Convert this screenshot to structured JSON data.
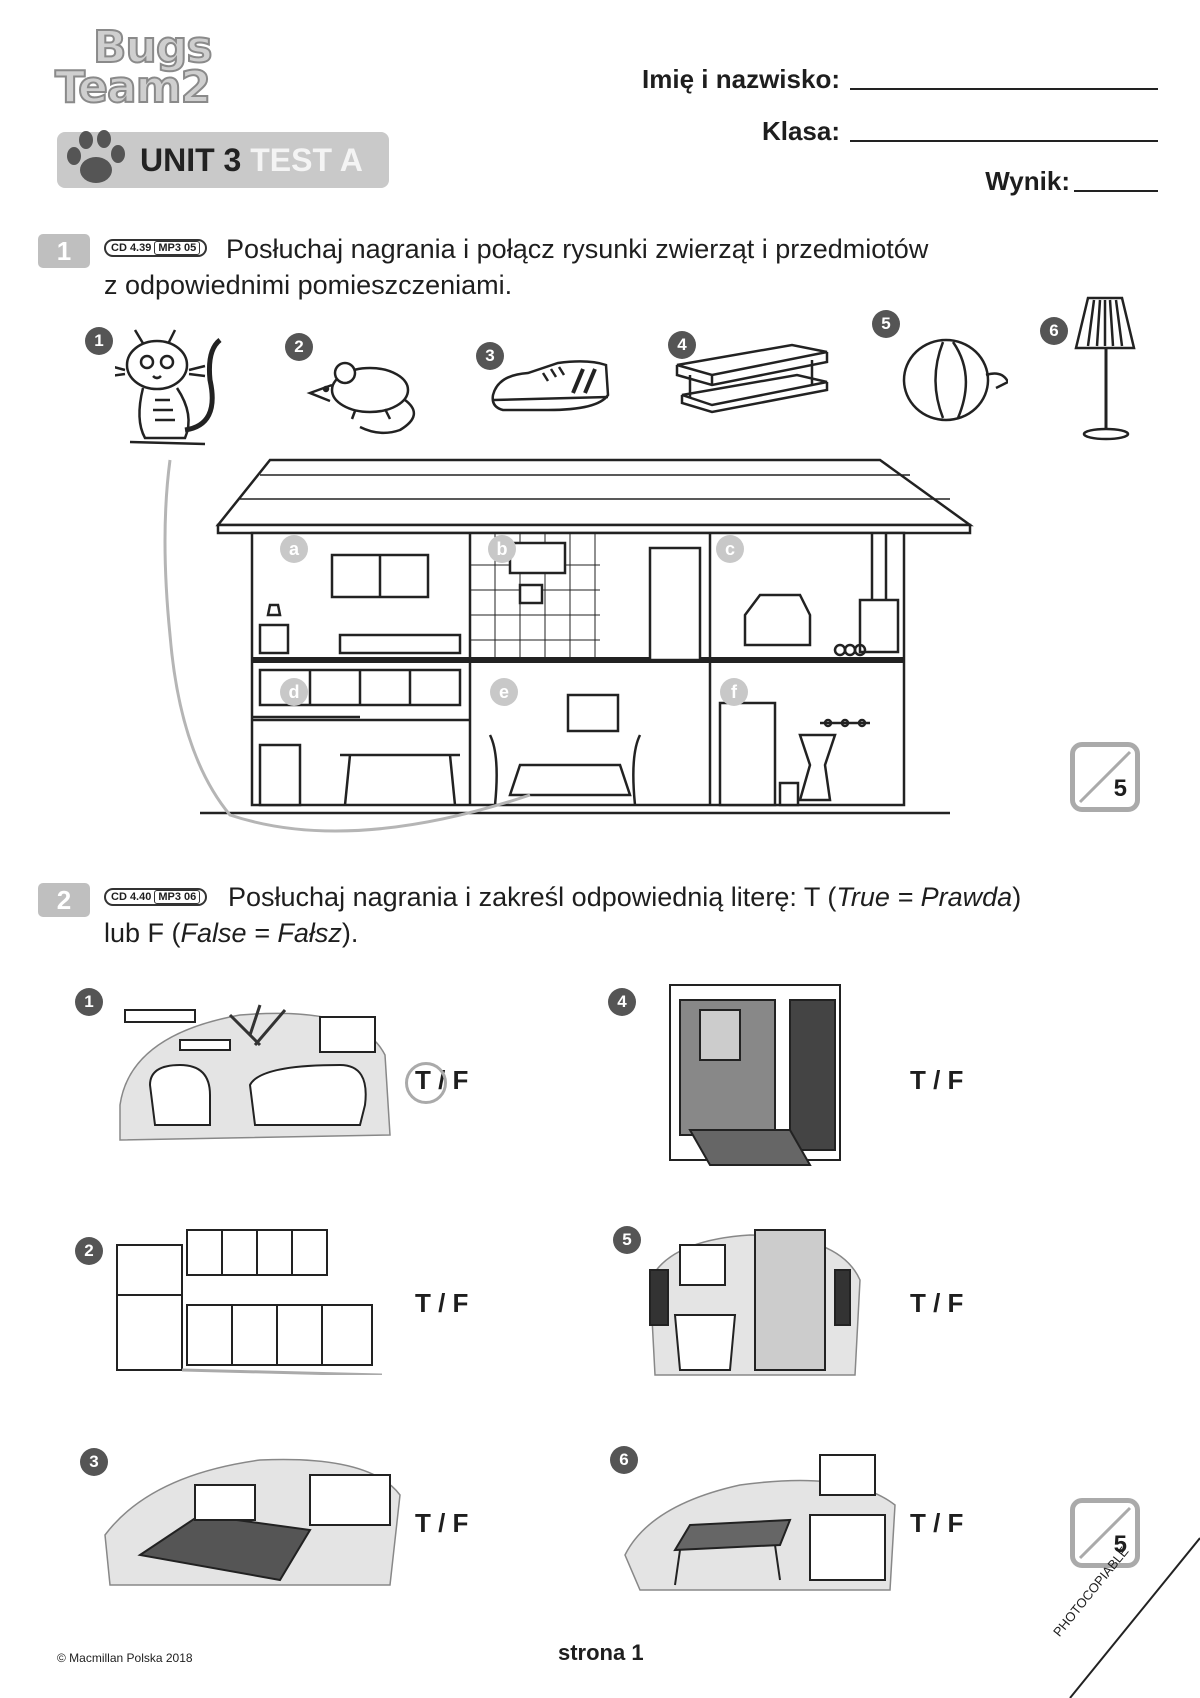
{
  "header": {
    "logo": "Bugs Team 2",
    "unit_label_dark": "UNIT 3",
    "unit_label_light": "TEST A",
    "name_label": "Imię i nazwisko:",
    "class_label": "Klasa:",
    "score_label": "Wynik:"
  },
  "exercise1": {
    "number": "1",
    "cd": "CD 4.39",
    "mp3": "MP3 05",
    "instruction_line1": "Posłuchaj nagrania i połącz rysunki zwierząt i przedmiotów",
    "instruction_line2": "z odpowiednimi pomieszczeniami.",
    "items": [
      {
        "num": "1",
        "icon": "cat-icon"
      },
      {
        "num": "2",
        "icon": "mouse-icon"
      },
      {
        "num": "3",
        "icon": "shoe-icon"
      },
      {
        "num": "4",
        "icon": "shelf-icon"
      },
      {
        "num": "5",
        "icon": "acorn-icon"
      },
      {
        "num": "6",
        "icon": "floor-lamp-icon"
      }
    ],
    "rooms": [
      "a",
      "b",
      "c",
      "d",
      "e",
      "f"
    ],
    "score_max": "5"
  },
  "exercise2": {
    "number": "2",
    "cd": "CD 4.40",
    "mp3": "MP3 06",
    "instruction_line1_a": "Posłuchaj nagrania i zakreśl odpowiednią literę: T (",
    "instruction_line1_b": "True = Prawda",
    "instruction_line1_c": ")",
    "instruction_line2_a": "lub F (",
    "instruction_line2_b": "False = Fałsz",
    "instruction_line2_c": ").",
    "items": [
      {
        "num": "1",
        "scene": "living-room",
        "tf": "T / F"
      },
      {
        "num": "2",
        "scene": "kitchen",
        "tf": "T / F"
      },
      {
        "num": "3",
        "scene": "bedroom",
        "tf": "T / F"
      },
      {
        "num": "4",
        "scene": "hall",
        "tf": "T / F"
      },
      {
        "num": "5",
        "scene": "bathroom",
        "tf": "T / F"
      },
      {
        "num": "6",
        "scene": "dining-room",
        "tf": "T / F"
      }
    ],
    "score_max": "5"
  },
  "footer": {
    "copyright": "© Macmillan Polska 2018",
    "page": "strona 1",
    "photocopiable": "PHOTOCOPIABLE"
  }
}
